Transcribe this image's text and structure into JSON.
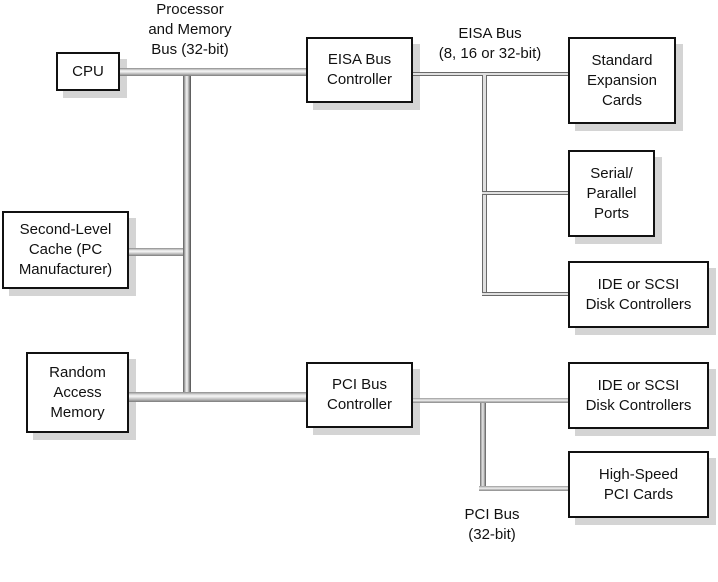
{
  "diagram": {
    "components": {
      "cpu": "CPU",
      "eisa_controller": "EISA Bus\nController",
      "standard_cards": "Standard\nExpansion\nCards",
      "serial_parallel": "Serial/\nParallel\nPorts",
      "eisa_disk": "IDE or SCSI\nDisk Controllers",
      "cache": "Second-Level\nCache (PC\nManufacturer)",
      "ram": "Random\nAccess\nMemory",
      "pci_controller": "PCI Bus\nController",
      "pci_disk": "IDE or SCSI\nDisk Controllers",
      "pci_cards": "High-Speed\nPCI Cards"
    },
    "bus_labels": {
      "processor_bus": "Processor\nand Memory\nBus (32-bit)",
      "eisa_bus": "EISA Bus\n(8, 16 or 32-bit)",
      "pci_bus": "PCI Bus\n(32-bit)"
    },
    "connections": [
      {
        "from": "cpu",
        "to": "eisa_controller",
        "bus": "processor_bus"
      },
      {
        "from": "cache",
        "to": "processor_bus",
        "bus": "processor_bus"
      },
      {
        "from": "ram",
        "to": "pci_controller",
        "bus": "processor_bus"
      },
      {
        "from": "eisa_controller",
        "to": "standard_cards",
        "bus": "eisa_bus"
      },
      {
        "from": "eisa_controller",
        "to": "serial_parallel",
        "bus": "eisa_bus"
      },
      {
        "from": "eisa_controller",
        "to": "eisa_disk",
        "bus": "eisa_bus"
      },
      {
        "from": "pci_controller",
        "to": "pci_disk",
        "bus": "pci_bus"
      },
      {
        "from": "pci_controller",
        "to": "pci_cards",
        "bus": "pci_bus"
      }
    ]
  }
}
